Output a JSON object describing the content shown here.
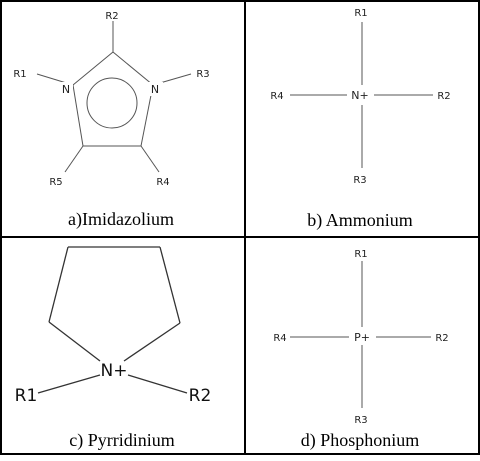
{
  "panels": {
    "a": {
      "caption": "a)Imidazolium",
      "labels": {
        "R1": "R1",
        "R2": "R2",
        "R3": "R3",
        "R4": "R4",
        "R5": "R5",
        "N_left": "N",
        "N_right": "N"
      }
    },
    "b": {
      "caption": "b) Ammonium",
      "labels": {
        "R1": "R1",
        "R2": "R2",
        "R3": "R3",
        "R4": "R4",
        "center": "N+"
      }
    },
    "c": {
      "caption": "c) Pyrridinium",
      "labels": {
        "R1": "R1",
        "R2": "R2",
        "center": "N+"
      }
    },
    "d": {
      "caption": "d) Phosphonium",
      "labels": {
        "R1": "R1",
        "R2": "R2",
        "R3": "R3",
        "R4": "R4",
        "center": "P+"
      }
    }
  }
}
